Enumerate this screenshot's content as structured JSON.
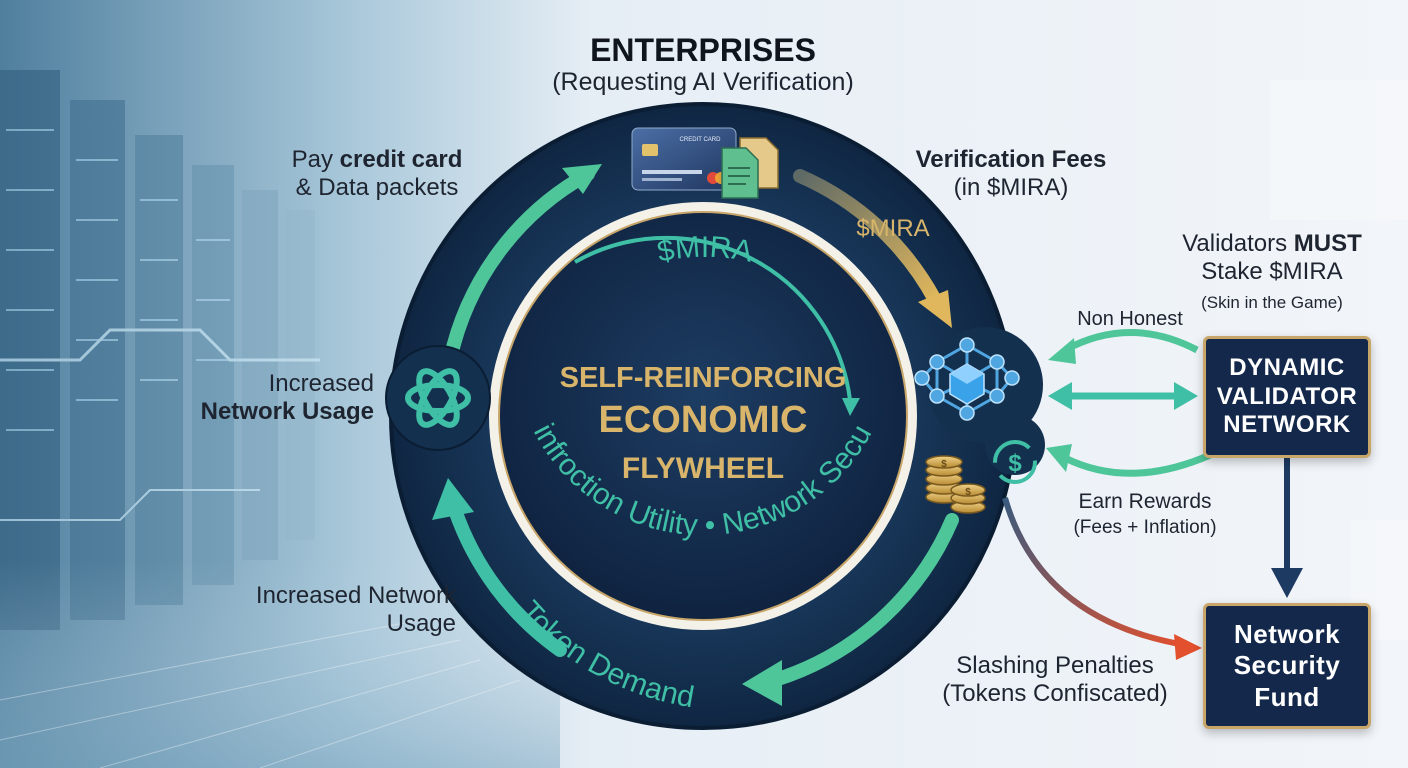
{
  "colors": {
    "ring": "#14304f",
    "ring_edge": "#0b1d33",
    "gold": "#c8a66a",
    "teal": "#3fbfa5",
    "green_arrow": "#4fc69a",
    "slash_red": "#e04a2a",
    "navy": "#13284a"
  },
  "top": {
    "title": "ENTERPRISES",
    "subtitle": "(Requesting AI Verification)"
  },
  "left_labels": {
    "pay_prefix": "Pay ",
    "pay_bold": "credit card",
    "pay_line2": "& Data packets",
    "usage1_line1": "Increased",
    "usage1_line2": "Network Usage",
    "usage2_line1": "Increased Network",
    "usage2_line2": "Usage"
  },
  "right_labels": {
    "fees_title": "Verification Fees",
    "fees_sub": "(in $MIRA)",
    "validators_prefix": "Validators ",
    "validators_bold": "MUST",
    "validators_line2": "Stake $MIRA",
    "validators_line3": "(Skin in the Game)",
    "non_honest": "Non Honest",
    "earn_line1": "Earn Rewards",
    "earn_line2": "(Fees + Inflation)",
    "slash_line1": "Slashing Penalties",
    "slash_line2": "(Tokens Confiscated)"
  },
  "boxes": {
    "validator": [
      "DYNAMIC",
      "VALIDATOR",
      "NETWORK"
    ],
    "fund": [
      "Network",
      "Security",
      "Fund"
    ]
  },
  "ring": {
    "mira_outer": "$MIRA",
    "mira_inner": "$MIRA",
    "token_demand": "Token Demand",
    "inner_curve": "Reinfroction Utility • Network Security",
    "card_label": "CREDIT CARD"
  },
  "center": {
    "line1": "SELF-REINFORCING",
    "line2": "ECONOMIC",
    "line3": "FLYWHEEL"
  },
  "icons": [
    "server-room-background",
    "credit-card-icon",
    "documents-icon",
    "openai-logo-icon",
    "network-cube-icon",
    "coin-stack-icon",
    "dollar-cycle-icon"
  ]
}
